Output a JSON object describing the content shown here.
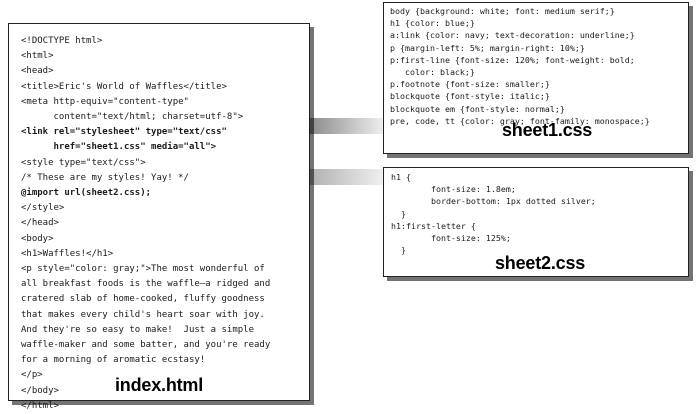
{
  "index_file": {
    "name": "index.html",
    "lines": [
      "<!DOCTYPE html>",
      "<html>",
      "<head>",
      "<title>Eric's World of Waffles</title>",
      "<meta http-equiv=\"content-type\"",
      "      content=\"text/html; charset=utf-8\">",
      "<link rel=\"stylesheet\" type=\"text/css\"",
      "      href=\"sheet1.css\" media=\"all\">",
      "<style type=\"text/css\">",
      "/* These are my styles! Yay! */",
      "@import url(sheet2.css);",
      "</style>",
      "</head>",
      "<body>",
      "<h1>Waffles!</h1>",
      "<p style=\"color: gray;\">The most wonderful of",
      "all breakfast foods is the waffle—a ridged and",
      "cratered slab of home-cooked, fluffy goodness",
      "that makes every child's heart soar with joy.",
      "And they're so easy to make!  Just a simple",
      "waffle-maker and some batter, and you're ready",
      "for a morning of aromatic ecstasy!",
      "</p>",
      "</body>",
      "</html>"
    ]
  },
  "sheet1_file": {
    "name": "sheet1.css",
    "lines": [
      "body {background: white; font: medium serif;}",
      "h1 {color: blue;}",
      "a:link {color: navy; text-decoration: underline;}",
      "p {margin-left: 5%; margin-right: 10%;}",
      "p:first-line {font-size: 120%; font-weight: bold;",
      "   color: black;}",
      "p.footnote {font-size: smaller;}",
      "blockquote {font-style: italic;}",
      "blockquote em {font-style: normal;}",
      "pre, code, tt {color: gray; font-family: monospace;}"
    ]
  },
  "sheet2_file": {
    "name": "sheet2.css",
    "lines": [
      "h1 {",
      "        font-size: 1.8em;",
      "        border-bottom: 1px dotted silver;",
      "  }",
      "h1:first-letter {",
      "        font-size: 125%;",
      "  }"
    ]
  },
  "colors": {
    "panel_border": "#222222",
    "text": "#1a1a1a",
    "arrow_dark": "#222222",
    "arrow_light": "#e6e6e6"
  }
}
